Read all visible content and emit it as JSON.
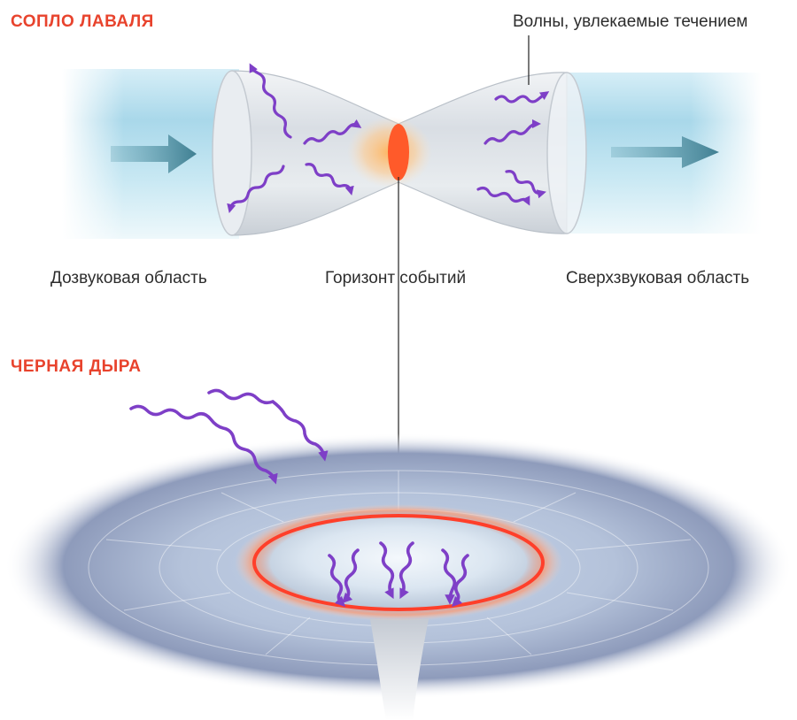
{
  "top_section": {
    "title": "СОПЛО ЛАВАЛЯ",
    "labels": {
      "waves_carried": "Волны, увлекаемые течением",
      "subsonic": "Дозвуковая область",
      "horizon": "Горизонт событий",
      "supersonic": "Сверхзвуковая область"
    }
  },
  "bottom_section": {
    "title": "ЧЕРНАЯ ДЫРА"
  },
  "colors": {
    "title_red": "#e8432d",
    "wave_purple": "#7e3fc7",
    "horizon_orange": "#ff5a2a",
    "pipe_blue": "#9fd2e6"
  }
}
